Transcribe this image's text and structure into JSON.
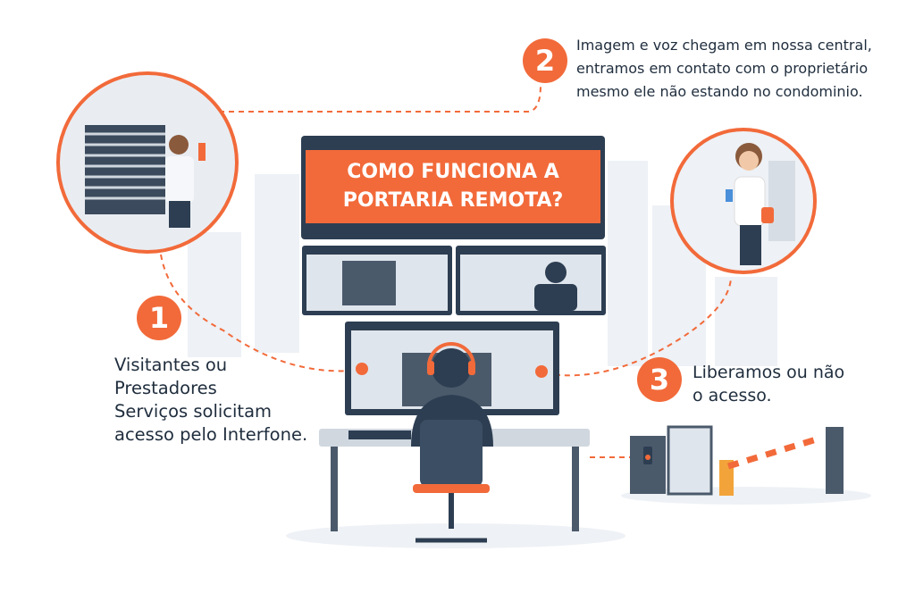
{
  "title": {
    "line1": "COMO FUNCIONA A",
    "line2": "PORTARIA REMOTA?"
  },
  "steps": [
    {
      "number": "1",
      "lines": [
        "Visitantes ou",
        "Prestadores",
        "Serviços solicitam",
        "acesso pelo Interfone."
      ]
    },
    {
      "number": "2",
      "lines": [
        "Imagem e voz chegam em nossa central,",
        "entramos em contato com o proprietário",
        "mesmo ele não estando no condominio."
      ]
    },
    {
      "number": "3",
      "lines": [
        "Liberamos ou não",
        "o acesso."
      ]
    }
  ],
  "colors": {
    "accent": "#f26a3a",
    "dark": "#2d3e52",
    "text": "#1f2d3d"
  }
}
